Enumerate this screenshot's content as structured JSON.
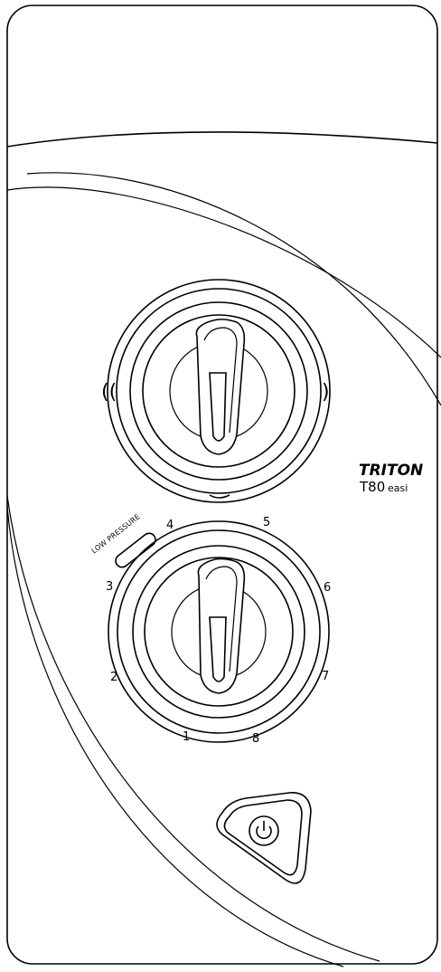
{
  "brand": {
    "name": "TRITON",
    "model": "T80",
    "model_suffix": "easi"
  },
  "flow_control": {
    "left_mark": "((",
    "right_mark": ")"
  },
  "power_control": {
    "low_pressure_label": "LOW PRESSURE",
    "settings": [
      "1",
      "2",
      "3",
      "4",
      "5",
      "6",
      "7",
      "8"
    ]
  },
  "button": {
    "icon": "power-icon"
  }
}
